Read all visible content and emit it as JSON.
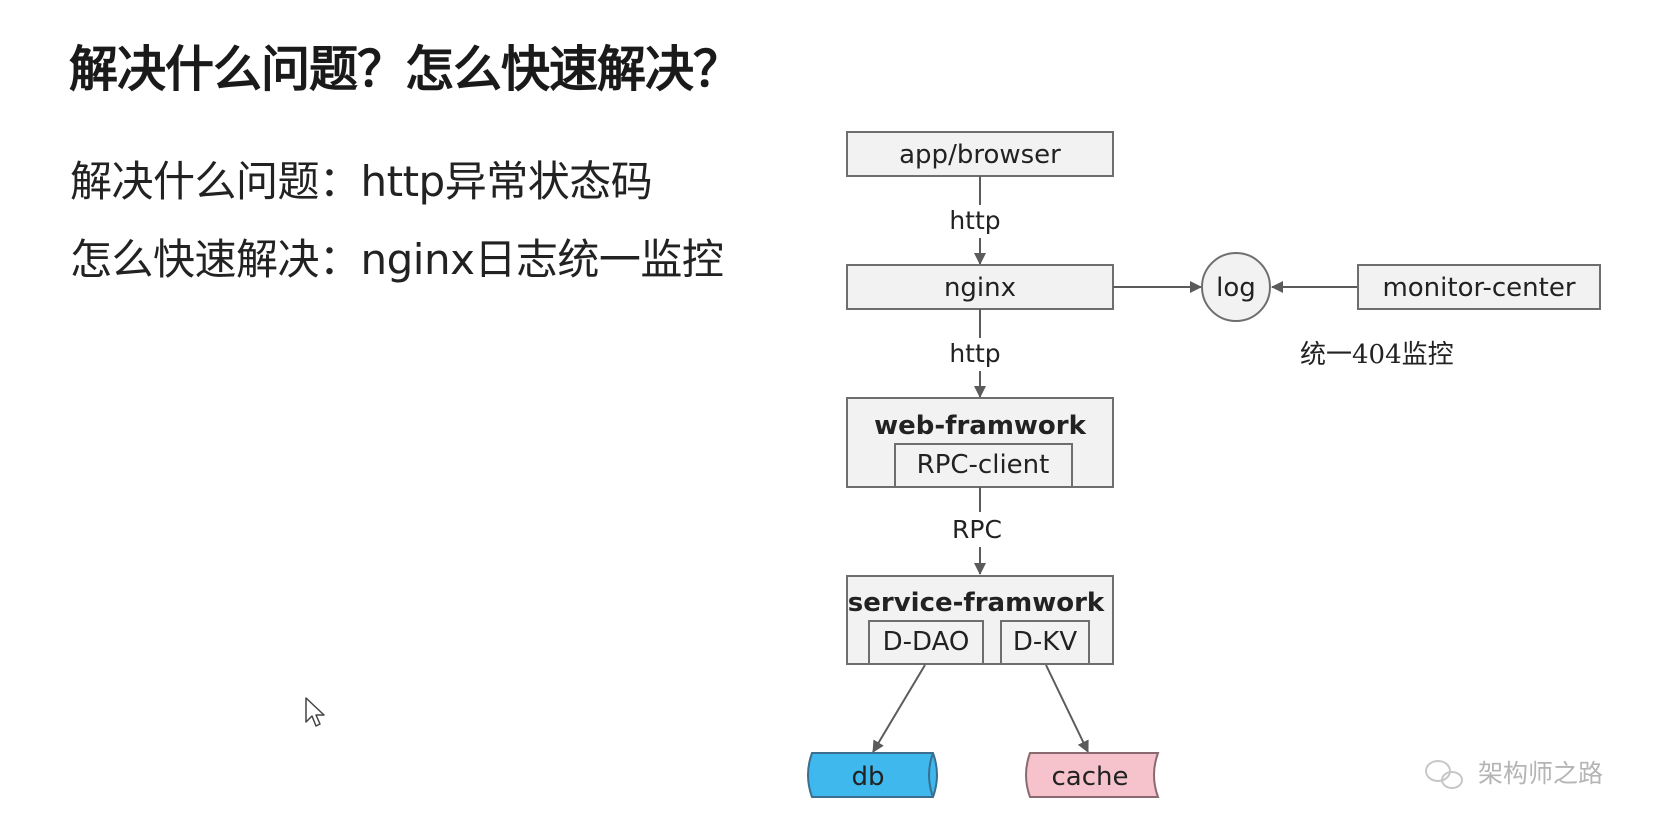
{
  "slide": {
    "title": "解决什么问题？怎么快速解决？",
    "bullets": [
      "解决什么问题：http异常状态码",
      "怎么快速解决：nginx日志统一监控"
    ]
  },
  "diagram": {
    "nodes": {
      "app_browser": "app/browser",
      "nginx": "nginx",
      "log": "log",
      "monitor_center": "monitor-center",
      "web_framework": "web-framwork",
      "rpc_client": "RPC-client",
      "service_framework": "service-framwork",
      "d_dao": "D-DAO",
      "d_kv": "D-KV",
      "db": "db",
      "cache": "cache"
    },
    "edges": {
      "http_1": "http",
      "http_2": "http",
      "rpc": "RPC"
    },
    "note": "统一404监控",
    "colors": {
      "box_fill": "#f2f2f2",
      "db_fill": "#3fb8ee",
      "cache_fill": "#f6c2cc"
    }
  },
  "watermark": "架构师之路"
}
